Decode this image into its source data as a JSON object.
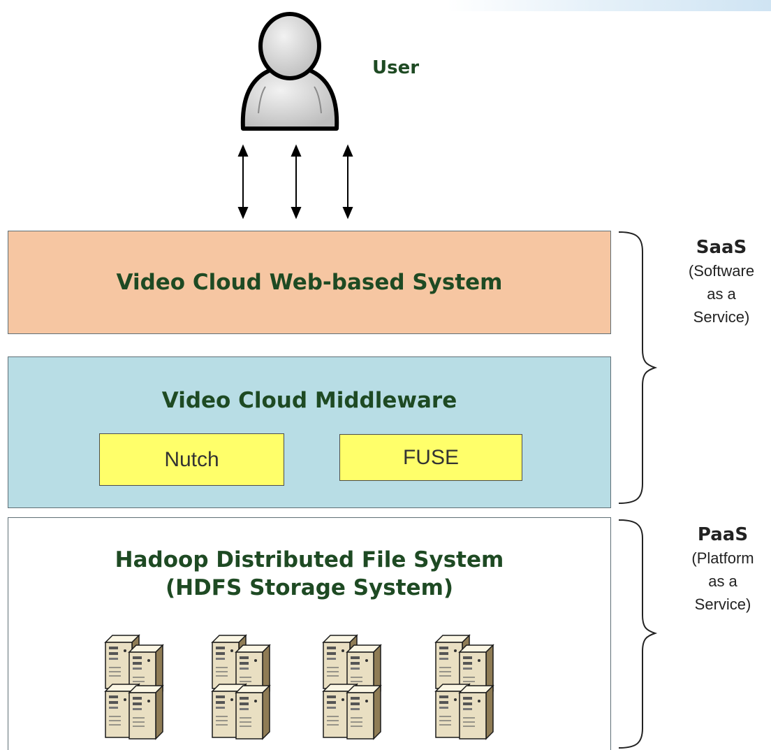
{
  "user": {
    "label": "User",
    "icon": "user-icon"
  },
  "arrows": {
    "count": 3,
    "icon": "bidirectional-arrow-icon"
  },
  "layers": {
    "web": {
      "title": "Video Cloud Web-based System",
      "color": "#f6c6a2"
    },
    "middleware": {
      "title": "Video Cloud Middleware",
      "color": "#b8dde5",
      "modules": [
        "Nutch",
        "FUSE"
      ],
      "module_color": "#ffff6a"
    },
    "hdfs": {
      "title_line1": "Hadoop Distributed File System",
      "title_line2": "(HDFS Storage System)",
      "server_icon": "server-icon",
      "server_stacks": 4
    }
  },
  "tiers": {
    "saas": {
      "abbr": "SaaS",
      "full": "(Software\nas a\nService)"
    },
    "paas": {
      "abbr": "PaaS",
      "full": "(Platform\nas a\nService)"
    }
  },
  "colors": {
    "title_text": "#1e4a23"
  }
}
